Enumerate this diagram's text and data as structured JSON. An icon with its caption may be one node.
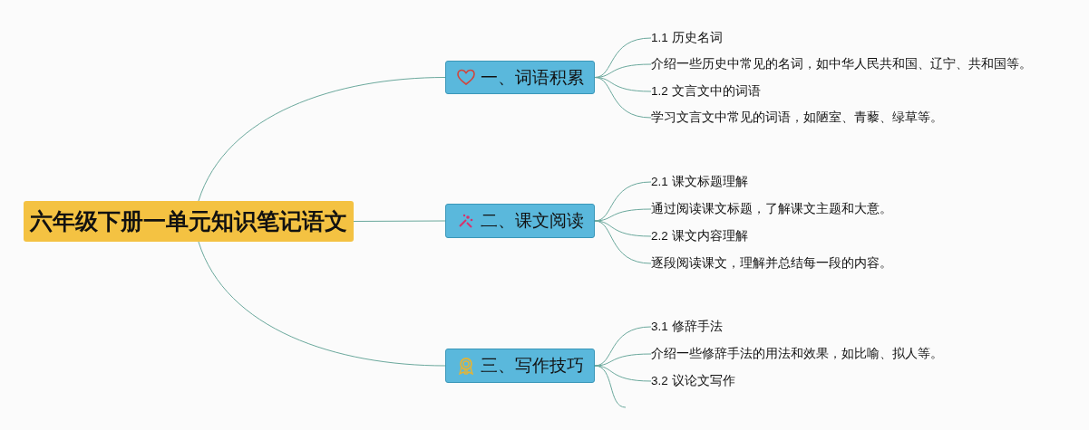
{
  "diagram": {
    "nodes": [
      {
        "text": [
          "六年级下册一单元知识笔记语文"
        ]
      },
      {
        "text": [
          "一、词语积累"
        ]
      },
      {
        "text": [
          "1.1 历史名词"
        ]
      },
      {
        "text": [
          "介绍一些历史中常见的名词，如中华人民共和国、辽宁、共和国等。"
        ]
      },
      {
        "text": [
          "1.2 文言文中的词语"
        ]
      },
      {
        "text": [
          "学习文言文中常见的词语，如陋室、青藜、绿草等。"
        ]
      },
      {
        "text": [
          "二、课文阅读"
        ]
      },
      {
        "text": [
          "2.1 课文标题理解"
        ]
      },
      {
        "text": [
          "通过阅读课文标题，了解课文主题和大意。"
        ]
      },
      {
        "text": [
          "2.2 课文内容理解"
        ]
      },
      {
        "text": [
          "逐段阅读课文，理解并总结每一段的内容。"
        ]
      },
      {
        "text": [
          "三、写作技巧"
        ]
      },
      {
        "text": [
          "3.1 修辞手法"
        ]
      },
      {
        "text": [
          "介绍一些修辞手法的用法和效果，如比喻、拟人等。"
        ]
      },
      {
        "text": [
          "3.2 议论文写作"
        ]
      }
    ],
    "edges": [
      {
        "from": 0,
        "to": 1,
        "arrow": "none"
      },
      {
        "from": 0,
        "to": 6,
        "arrow": "none"
      },
      {
        "from": 0,
        "to": 11,
        "arrow": "none"
      },
      {
        "from": 1,
        "to": 2,
        "arrow": "none"
      },
      {
        "from": 1,
        "to": 3,
        "arrow": "none"
      },
      {
        "from": 1,
        "to": 4,
        "arrow": "none"
      },
      {
        "from": 1,
        "to": 5,
        "arrow": "none"
      },
      {
        "from": 6,
        "to": 7,
        "arrow": "none"
      },
      {
        "from": 6,
        "to": 8,
        "arrow": "none"
      },
      {
        "from": 6,
        "to": 9,
        "arrow": "none"
      },
      {
        "from": 6,
        "to": 10,
        "arrow": "none"
      },
      {
        "from": 11,
        "to": 12,
        "arrow": "none"
      },
      {
        "from": 11,
        "to": 13,
        "arrow": "none"
      },
      {
        "from": 11,
        "to": 14,
        "arrow": "none"
      },
      {
        "from": 11,
        "to": null,
        "arrow": "none"
      }
    ]
  }
}
